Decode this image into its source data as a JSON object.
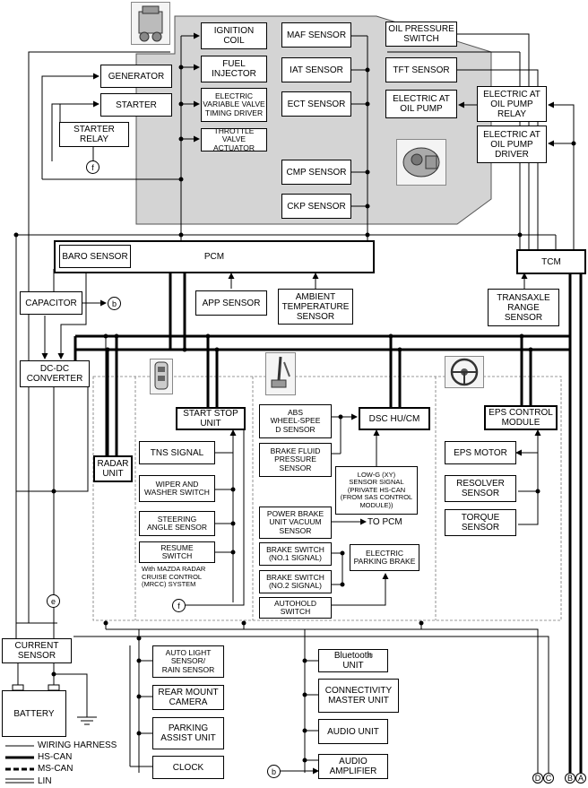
{
  "engine": {
    "ignition_coil": "IGNITION\nCOIL",
    "fuel_injector": "FUEL\nINJECTOR",
    "evvt_driver": "ELECTRIC\nVARIABLE VALVE\nTIMING DRIVER",
    "throttle_valve": "THROTTLE VALVE\nACTUATOR",
    "maf_sensor": "MAF SENSOR",
    "iat_sensor": "IAT SENSOR",
    "ect_sensor": "ECT SENSOR",
    "cmp_sensor": "CMP SENSOR",
    "ckp_sensor": "CKP SENSOR",
    "oil_pressure_switch": "OIL PRESSURE\nSWITCH",
    "tft_sensor": "TFT SENSOR",
    "electric_at_oil_pump": "ELECTRIC AT\nOIL PUMP",
    "electric_at_oil_pump_relay": "ELECTRIC AT\nOIL PUMP\nRELAY",
    "electric_at_oil_pump_driver": "ELECTRIC AT\nOIL PUMP\nDRIVER"
  },
  "power": {
    "generator": "GENERATOR",
    "starter": "STARTER",
    "starter_relay": "STARTER\nRELAY",
    "capacitor": "CAPACITOR",
    "dc_dc_converter": "DC-DC\nCONVERTER",
    "current_sensor": "CURRENT\nSENSOR",
    "battery": "BATTERY"
  },
  "pcm": {
    "label": "PCM",
    "baro_sensor": "BARO SENSOR",
    "app_sensor": "APP SENSOR",
    "ambient_temp_sensor": "AMBIENT\nTEMPERATURE\nSENSOR"
  },
  "tcm": {
    "label": "TCM",
    "transaxle_range_sensor": "TRANSAXLE\nRANGE\nSENSOR"
  },
  "start_stop": {
    "unit": "START STOP\nUNIT",
    "tns_signal": "TNS SIGNAL",
    "wiper_washer_switch": "WIPER AND\nWASHER SWITCH",
    "steering_angle_sensor": "STEERING\nANGLE SENSOR",
    "resume_switch": "RESUME\nSWITCH",
    "mrcc_note": "With MAZDA RADAR\nCRUISE CONTROL\n(MRCC) SYSTEM"
  },
  "radar_unit": "RADAR\nUNIT",
  "dsc": {
    "unit": "DSC HU/CM",
    "abs_sensor": "ABS\nWHEEL-SPEE\nD SENSOR",
    "brake_fluid_sensor": "BRAKE FLUID\nPRESSURE\nSENSOR",
    "lowg_sensor": "LOW-G (XY)\nSENSOR SIGNAL\n(PRIVATE HS-CAN\n(FROM SAS CONTROL\nMODULE))",
    "power_brake_sensor": "POWER BRAKE\nUNIT VACUUM\nSENSOR",
    "to_pcm": "TO PCM",
    "brake_switch_1": "BRAKE SWITCH\n(NO.1 SIGNAL)",
    "brake_switch_2": "BRAKE SWITCH\n(NO.2 SIGNAL)",
    "autohold_switch": "AUTOHOLD\nSWITCH",
    "electric_parking_brake": "ELECTRIC\nPARKING BRAKE"
  },
  "eps": {
    "module": "EPS CONTROL\nMODULE",
    "motor": "EPS MOTOR",
    "resolver_sensor": "RESOLVER\nSENSOR",
    "torque_sensor": "TORQUE\nSENSOR"
  },
  "body": {
    "auto_light_sensor": "AUTO LIGHT\nSENSOR/\nRAIN SENSOR",
    "rear_mount_camera": "REAR MOUNT\nCAMERA",
    "parking_assist_unit": "PARKING\nASSIST UNIT",
    "clock": "CLOCK",
    "bluetooth_unit": "Bluetooth\nUNIT",
    "connectivity_master_unit": "CONNECTIVITY\nMASTER UNIT",
    "audio_unit": "AUDIO UNIT",
    "audio_amplifier": "AUDIO\nAMPLIFIER"
  },
  "connectors": {
    "b": "b",
    "e": "e",
    "f": "f",
    "A": "A",
    "B": "B",
    "C": "C",
    "D": "D"
  },
  "legend": {
    "wiring_harness": "WIRING HARNESS",
    "hs_can": "HS-CAN",
    "ms_can": "MS-CAN",
    "lin": "LIN"
  },
  "icons": [
    "engine-icon",
    "transmission-icon",
    "key-fob-icon",
    "brake-pedal-icon",
    "steering-wheel-icon",
    "registered-mark-icon"
  ],
  "colors": {
    "engine_area": "#d3d3d3",
    "line": "#000000",
    "dashed_area": "#888888"
  }
}
